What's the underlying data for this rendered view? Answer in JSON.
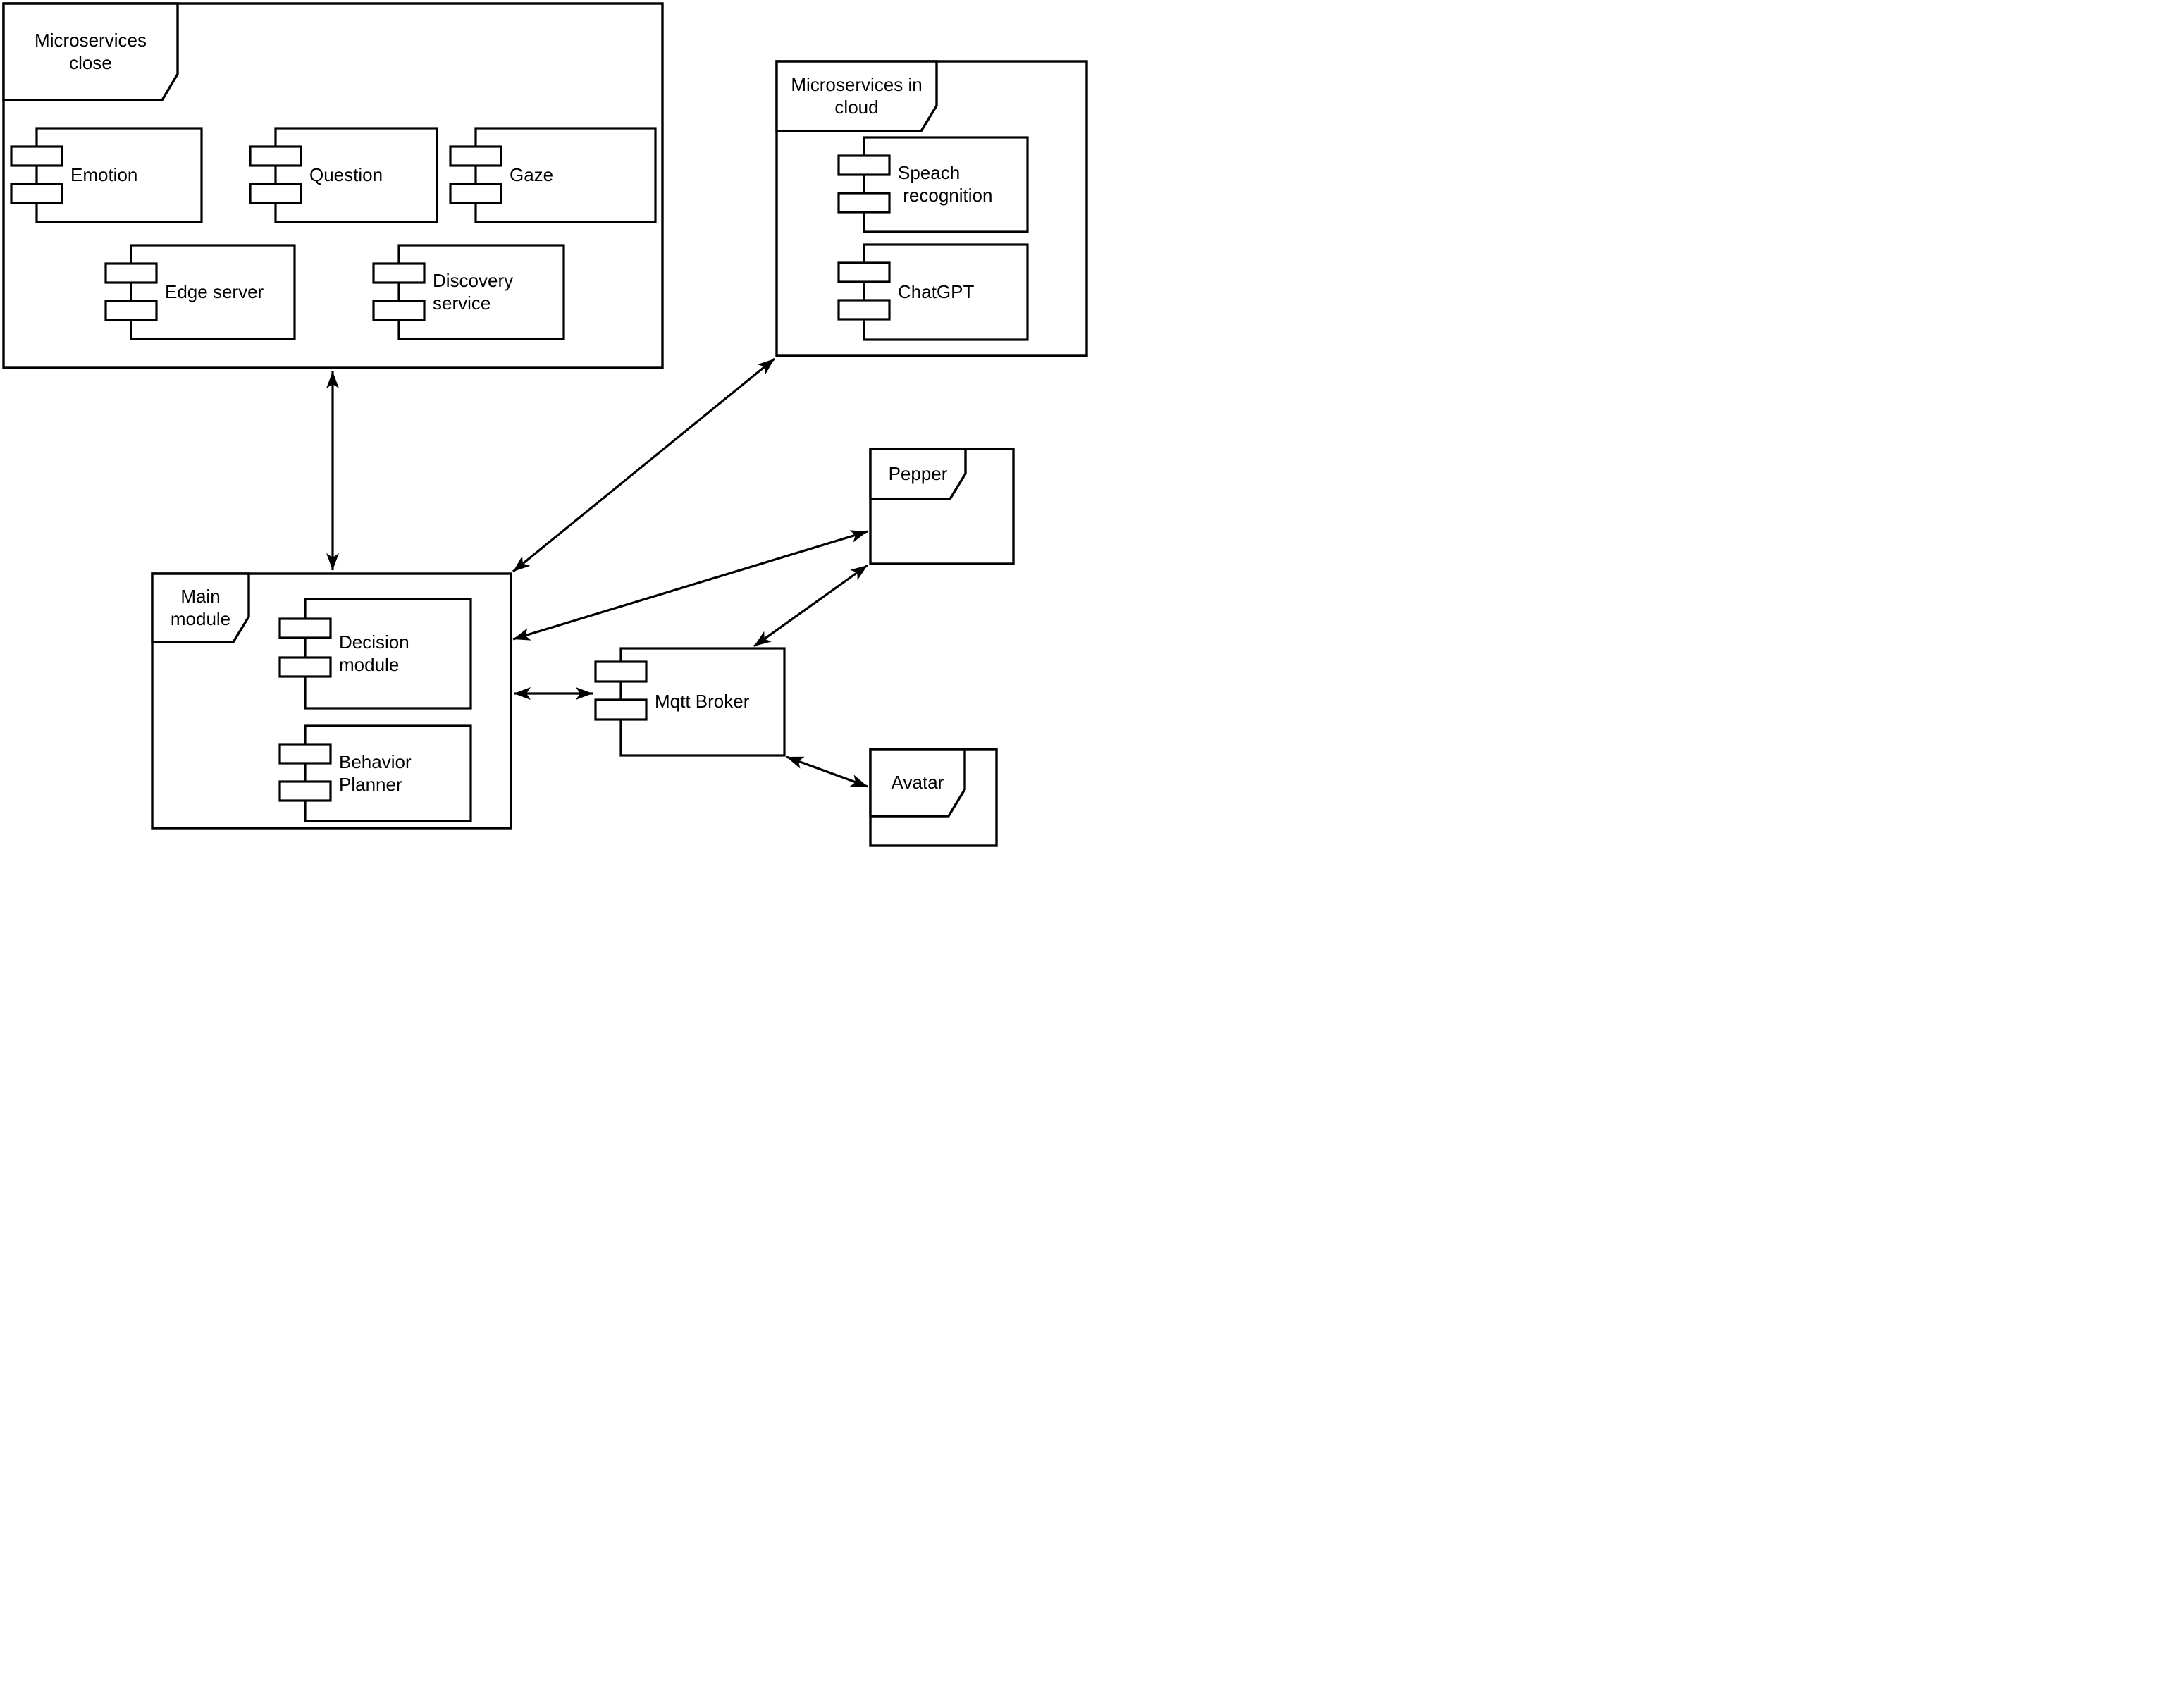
{
  "diagram": {
    "background": "#ffffff",
    "stroke_color": "#000000",
    "packages": {
      "microservices_close": {
        "title": "Microservices\nclose"
      },
      "microservices_cloud": {
        "title": "Microservices in\ncloud"
      },
      "main_module": {
        "title": "Main\nmodule"
      },
      "pepper": {
        "title": "Pepper"
      },
      "avatar": {
        "title": "Avatar"
      }
    },
    "components": {
      "emotion": {
        "label": "Emotion"
      },
      "question": {
        "label": "Question"
      },
      "gaze": {
        "label": "Gaze"
      },
      "edge_server": {
        "label": "Edge server"
      },
      "discovery_service": {
        "label": "Discovery\nservice"
      },
      "speach_recognition": {
        "label": "Speach\n recognition"
      },
      "chatgpt": {
        "label": "ChatGPT"
      },
      "decision_module": {
        "label": "Decision\nmodule"
      },
      "behavior_planner": {
        "label": "Behavior\nPlanner"
      },
      "mqtt_broker": {
        "label": "Mqtt Broker"
      }
    }
  }
}
